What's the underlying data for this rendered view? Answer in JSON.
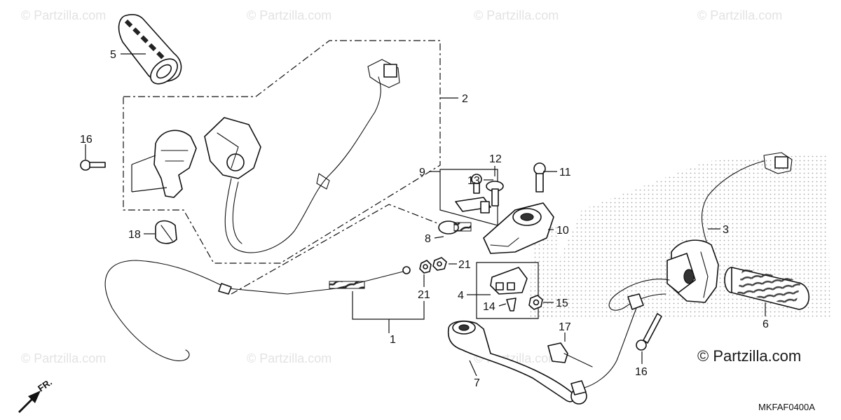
{
  "watermarks": [
    "© Partzilla.com",
    "© Partzilla.com",
    "© Partzilla.com",
    "© Partzilla.com",
    "© Partzilla.com",
    "© Partzilla.com",
    "© Partzilla.com"
  ],
  "brand": "© Partzilla.com",
  "diagram_code": "MKFAF0400A",
  "direction_label": "FR.",
  "callouts": {
    "c1": "1",
    "c2": "2",
    "c3": "3",
    "c4": "4",
    "c5": "5",
    "c6": "6",
    "c7": "7",
    "c8": "8",
    "c9": "9",
    "c10": "10",
    "c11": "11",
    "c12": "12",
    "c13": "13",
    "c14": "14",
    "c15": "15",
    "c16a": "16",
    "c16b": "16",
    "c17": "17",
    "c18": "18",
    "c21a": "21",
    "c21b": "21"
  }
}
